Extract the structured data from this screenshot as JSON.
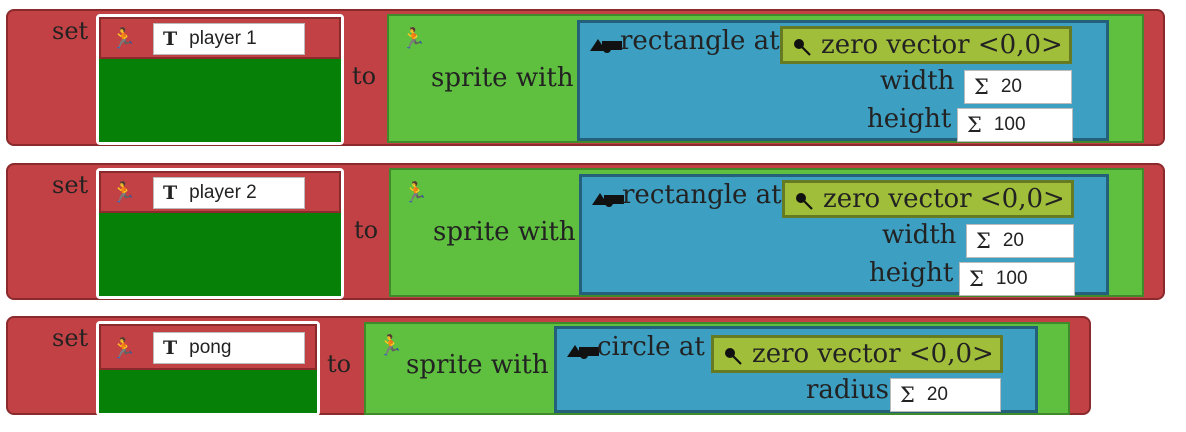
{
  "colors": {
    "set_block": "#c24144",
    "variable_fill": "#078007",
    "sprite_block": "#5fbf3f",
    "shape_block": "#3d9fc1",
    "vector_block": "#a0be3a"
  },
  "blocks": [
    {
      "set_label": "set",
      "variable_name": "player 1",
      "to_label": "to",
      "sprite_label": "sprite with",
      "shape_label": "rectangle at",
      "shape_icon": "rectangle-shape-icon",
      "vector_label": "zero vector <0,0>",
      "params": [
        {
          "label": "width",
          "value": "20"
        },
        {
          "label": "height",
          "value": "100"
        }
      ]
    },
    {
      "set_label": "set",
      "variable_name": "player 2",
      "to_label": "to",
      "sprite_label": "sprite with",
      "shape_label": "rectangle at",
      "shape_icon": "rectangle-shape-icon",
      "vector_label": "zero vector <0,0>",
      "params": [
        {
          "label": "width",
          "value": "20"
        },
        {
          "label": "height",
          "value": "100"
        }
      ]
    },
    {
      "set_label": "set",
      "variable_name": "pong",
      "to_label": "to",
      "sprite_label": "sprite with",
      "shape_label": "circle at",
      "shape_icon": "circle-shape-icon",
      "vector_label": "zero vector <0,0>",
      "params": [
        {
          "label": "radius",
          "value": "20"
        }
      ]
    }
  ]
}
